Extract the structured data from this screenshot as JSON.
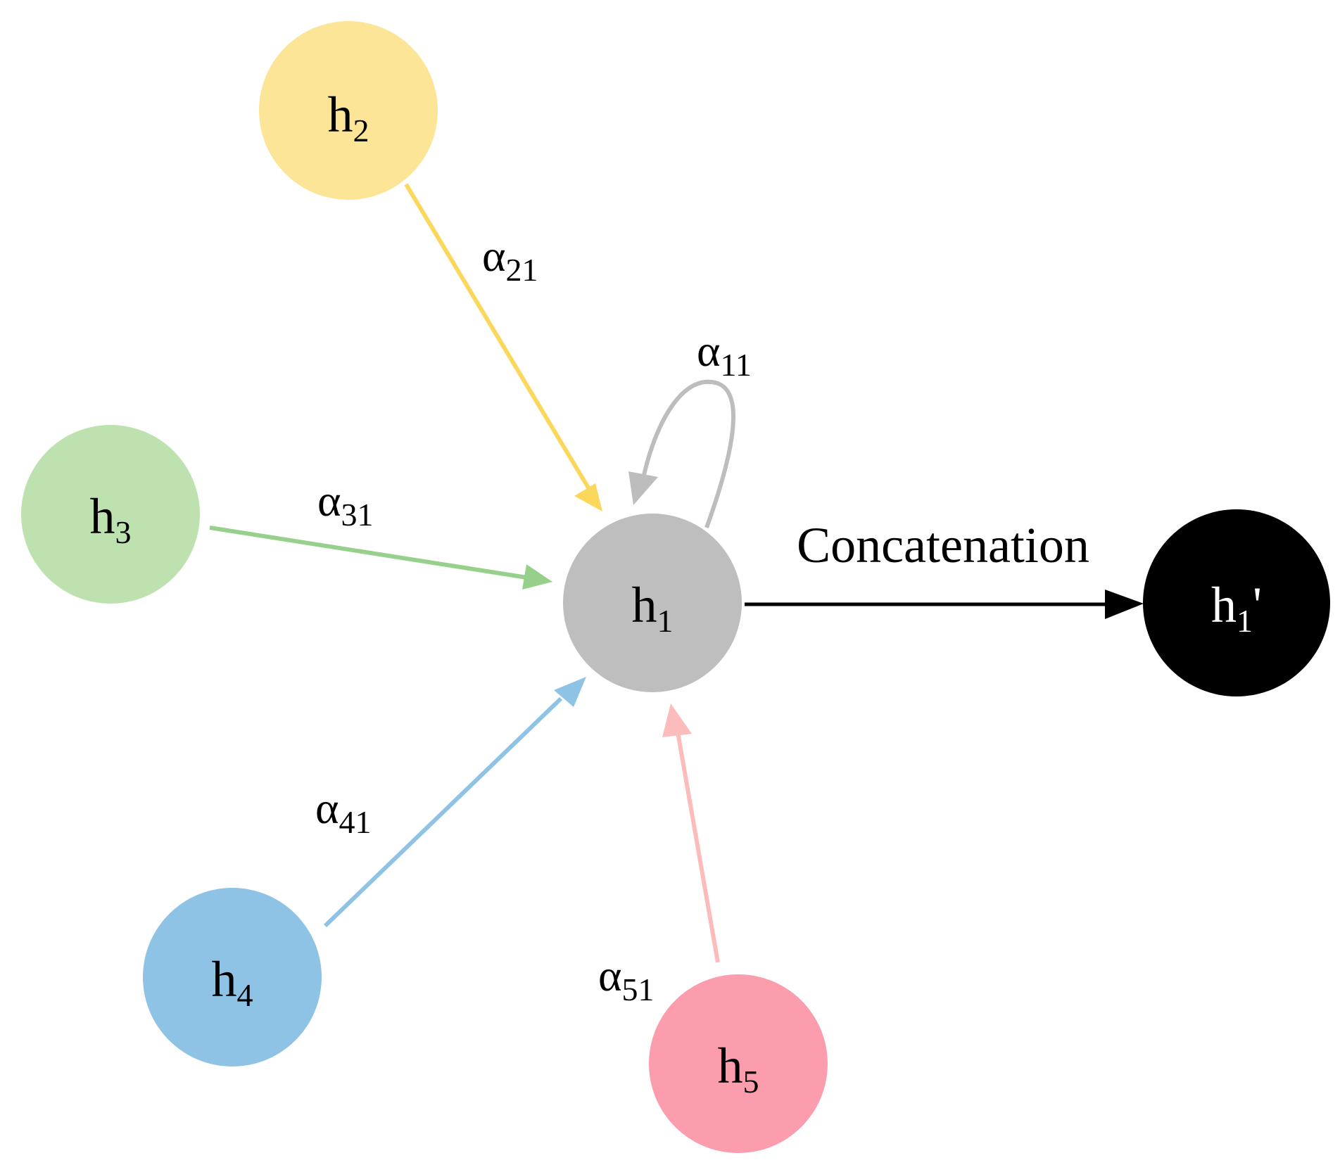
{
  "nodes": {
    "h1": {
      "base": "h",
      "sub": "1",
      "prime": "",
      "fill": "#bebebe",
      "text_color": "#000000"
    },
    "h2": {
      "base": "h",
      "sub": "2",
      "prime": "",
      "fill": "#fde597",
      "text_color": "#000000"
    },
    "h3": {
      "base": "h",
      "sub": "3",
      "prime": "",
      "fill": "#bde2b0",
      "text_color": "#000000"
    },
    "h4": {
      "base": "h",
      "sub": "4",
      "prime": "",
      "fill": "#8ec3e6",
      "text_color": "#000000"
    },
    "h5": {
      "base": "h",
      "sub": "5",
      "prime": "",
      "fill": "#fc9dae",
      "text_color": "#000000"
    },
    "h1p": {
      "base": "h",
      "sub": "1",
      "prime": "'",
      "fill": "#000000",
      "text_color": "#ffffff"
    }
  },
  "edges": {
    "a21": {
      "from": "h2",
      "to": "h1",
      "symbol": "α",
      "sub": "21",
      "color": "#fbd75c"
    },
    "a31": {
      "from": "h3",
      "to": "h1",
      "symbol": "α",
      "sub": "31",
      "color": "#96d08a"
    },
    "a41": {
      "from": "h4",
      "to": "h1",
      "symbol": "α",
      "sub": "41",
      "color": "#8ec3e6"
    },
    "a51": {
      "from": "h5",
      "to": "h1",
      "symbol": "α",
      "sub": "51",
      "color": "#fdbcbc"
    },
    "a11": {
      "from": "h1",
      "to": "h1",
      "symbol": "α",
      "sub": "11",
      "color": "#bdbdbd"
    }
  },
  "concatenation": {
    "from": "h1",
    "to": "h1p",
    "label": "Concatenation",
    "color": "#000000"
  }
}
